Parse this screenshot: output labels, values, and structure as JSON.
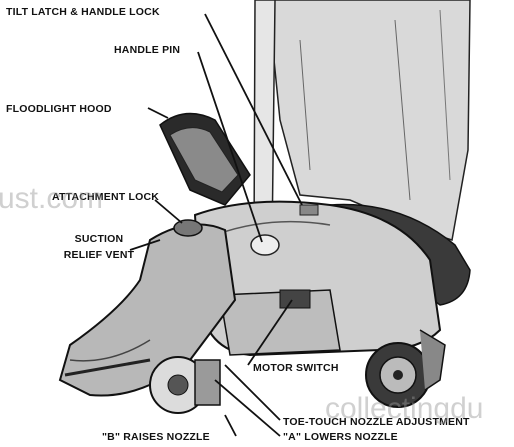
{
  "labels": {
    "tilt_latch": "TILT LATCH & HANDLE LOCK",
    "handle_pin": "HANDLE PIN",
    "floodlight_hood": "FLOODLIGHT HOOD",
    "attachment_lock": "ATTACHMENT LOCK",
    "suction_relief_line1": "SUCTION",
    "suction_relief_line2": "RELIEF VENT",
    "motor_switch": "MOTOR SWITCH",
    "toe_touch": "TOE-TOUCH NOZZLE ADJUSTMENT",
    "b_raises": "\"B\" RAISES NOZZLE",
    "a_lowers": "\"A\" LOWERS NOZZLE"
  },
  "watermarks": {
    "left": "ust.com",
    "bottom": "collectingdu"
  },
  "colors": {
    "ink": "#111111",
    "background": "#ffffff"
  }
}
